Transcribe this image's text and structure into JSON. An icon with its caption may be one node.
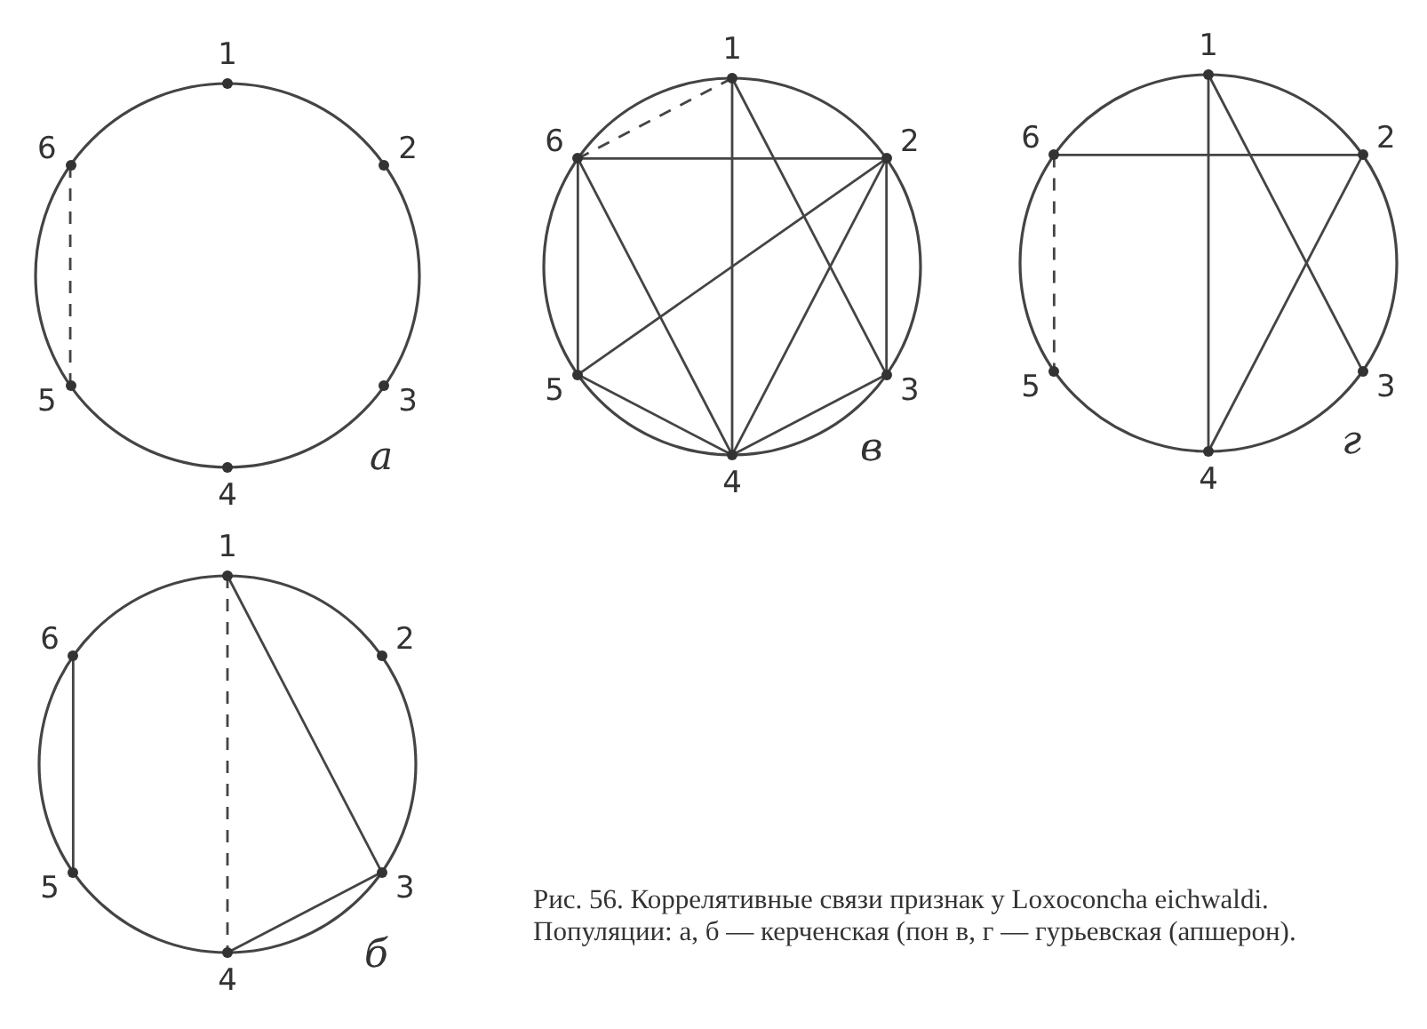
{
  "diagram": {
    "caption": "Рис. 56. Коррелятивные связи признак у Loxoconcha eichwaldi. Популяции: а, б — керченская (пон в, г — гурьевская (апшерон).",
    "nodes": [
      {
        "text": [
          "1"
        ]
      },
      {
        "text": [
          "2"
        ]
      },
      {
        "text": [
          "3"
        ]
      },
      {
        "text": [
          "4"
        ]
      },
      {
        "text": [
          "5"
        ]
      },
      {
        "text": [
          "6"
        ]
      },
      {
        "text": [
          "1"
        ]
      },
      {
        "text": [
          "2"
        ]
      },
      {
        "text": [
          "3"
        ]
      },
      {
        "text": [
          "4"
        ]
      },
      {
        "text": [
          "5"
        ]
      },
      {
        "text": [
          "6"
        ]
      },
      {
        "text": [
          "1"
        ]
      },
      {
        "text": [
          "2"
        ]
      },
      {
        "text": [
          "3"
        ]
      },
      {
        "text": [
          "4"
        ]
      },
      {
        "text": [
          "5"
        ]
      },
      {
        "text": [
          "6"
        ]
      },
      {
        "text": [
          "1"
        ]
      },
      {
        "text": [
          "2"
        ]
      },
      {
        "text": [
          "3"
        ]
      },
      {
        "text": [
          "4"
        ]
      },
      {
        "text": [
          "5"
        ]
      },
      {
        "text": [
          "6"
        ]
      }
    ],
    "edges": [
      {
        "from": 5,
        "to": 4,
        "arrow": "none",
        "style": "dashed"
      },
      {
        "from": 6,
        "to": 11,
        "arrow": "none",
        "style": "dashed"
      },
      {
        "from": 6,
        "to": 9,
        "arrow": "none"
      },
      {
        "from": 6,
        "to": 8,
        "arrow": "none"
      },
      {
        "from": 11,
        "to": 7,
        "arrow": "none"
      },
      {
        "from": 7,
        "to": 10,
        "arrow": "none"
      },
      {
        "from": 7,
        "to": 9,
        "arrow": "none"
      },
      {
        "from": 7,
        "to": 8,
        "arrow": "none"
      },
      {
        "from": 11,
        "to": 9,
        "arrow": "none"
      },
      {
        "from": 11,
        "to": 10,
        "arrow": "none"
      },
      {
        "from": 10,
        "to": 9,
        "arrow": "none"
      },
      {
        "from": 8,
        "to": 9,
        "arrow": "none"
      },
      {
        "from": 12,
        "to": 15,
        "arrow": "none"
      },
      {
        "from": 12,
        "to": 14,
        "arrow": "none"
      },
      {
        "from": 17,
        "to": 13,
        "arrow": "none"
      },
      {
        "from": 13,
        "to": 15,
        "arrow": "none"
      },
      {
        "from": 17,
        "to": 16,
        "arrow": "none",
        "style": "dashed"
      },
      {
        "from": 18,
        "to": 21,
        "arrow": "none",
        "style": "dashed"
      },
      {
        "from": 18,
        "to": 20,
        "arrow": "none"
      },
      {
        "from": 23,
        "to": 22,
        "arrow": "none"
      },
      {
        "from": 20,
        "to": 21,
        "arrow": "none"
      }
    ],
    "labels": [
      "а",
      "в",
      "г",
      "б"
    ]
  }
}
